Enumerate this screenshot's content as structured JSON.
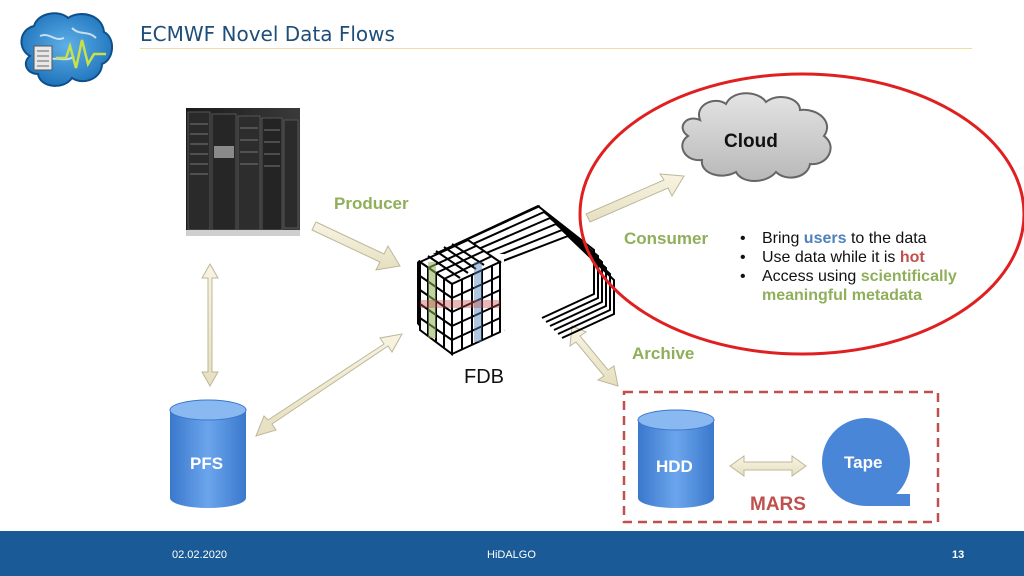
{
  "header": {
    "title": "ECMWF Novel Data Flows"
  },
  "diagram": {
    "producer_label": "Producer",
    "consumer_label": "Consumer",
    "archive_label": "Archive",
    "cloud_label": "Cloud",
    "fdb_label": "FDB",
    "pfs_label": "PFS",
    "hdd_label": "HDD",
    "tape_label": "Tape",
    "mars_label": "MARS",
    "bullets": [
      {
        "parts": [
          {
            "t": "Bring ",
            "s": ""
          },
          {
            "t": "users",
            "s": "blue"
          },
          {
            "t": " to the data",
            "s": ""
          }
        ]
      },
      {
        "parts": [
          {
            "t": "Use data while it is ",
            "s": ""
          },
          {
            "t": "hot",
            "s": "red"
          }
        ]
      },
      {
        "parts": [
          {
            "t": "Access using ",
            "s": ""
          },
          {
            "t": "scientifically meaningful metadata",
            "s": "green"
          }
        ]
      }
    ]
  },
  "footer": {
    "date": "02.02.2020",
    "center": "HiDALGO",
    "page": "13"
  },
  "colors": {
    "title": "#1f4e79",
    "footer_bg": "#1a5a96",
    "label_green": "#8faf5a",
    "accent_red": "#c0504d",
    "accent_blue": "#4f81bd",
    "cylinder_blue": "#4a86d8"
  }
}
